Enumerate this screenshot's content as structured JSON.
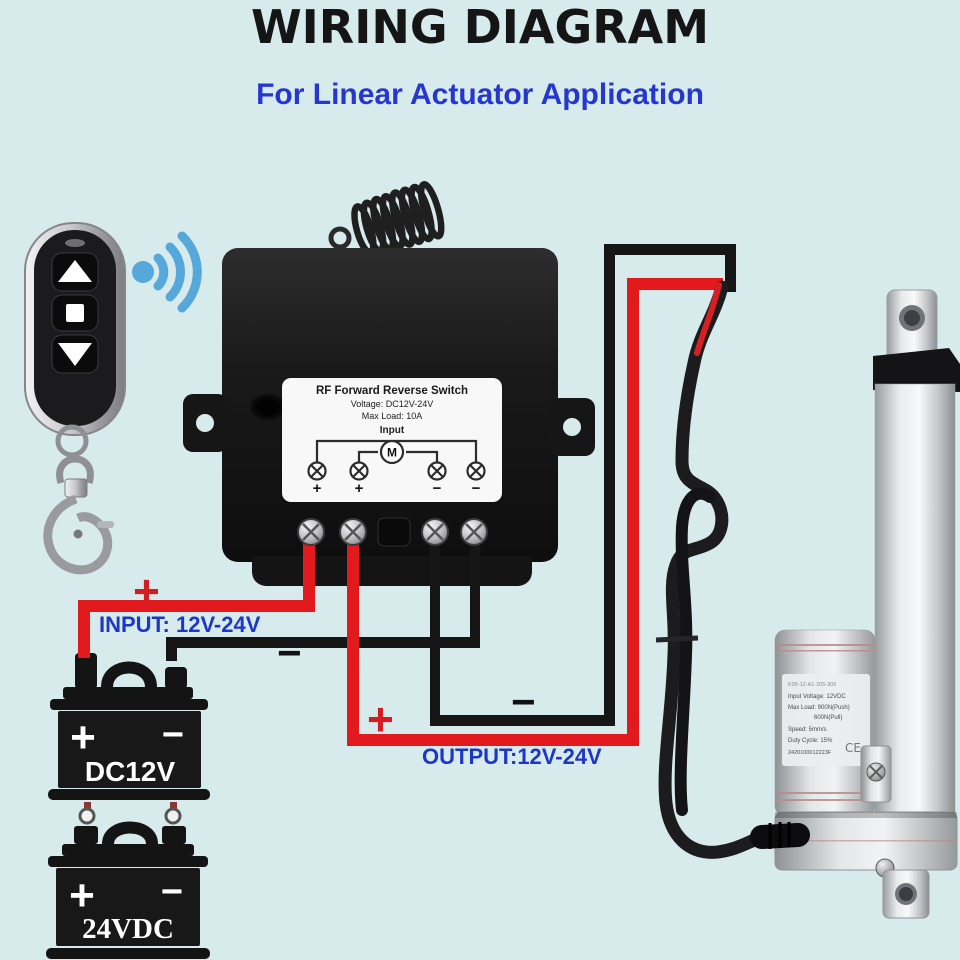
{
  "colors": {
    "background": "#d7ebed",
    "accent_blue": "#1c36c8",
    "wire_red": "#e2191d",
    "wire_black": "#161616",
    "signal_blue": "#55a8d9"
  },
  "header": {
    "title": "WIRING DIAGRAM",
    "subtitle": "For Linear Actuator Application"
  },
  "receiver": {
    "title": "RF Forward Reverse Switch",
    "voltage": "Voltage: DC12V-24V",
    "max_load": "Max Load: 10A",
    "input": "Input",
    "motor": "M",
    "terminal_signs": [
      "+",
      "+",
      "−",
      "−"
    ]
  },
  "wiring": {
    "input_plus": "+",
    "input_label": "INPUT: 12V-24V",
    "input_minus": "−",
    "output_plus": "+",
    "output_minus": "−",
    "output_label": "OUTPUT:12V-24V"
  },
  "batteries": [
    {
      "plus": "+",
      "minus": "−",
      "label": "DC12V"
    },
    {
      "plus": "+",
      "minus": "−",
      "label": "24VDC"
    }
  ],
  "actuator": {
    "label_lines": [
      "K05-12-A1-205-305",
      "Input Voltage: 12VDC",
      "Max Load: 900N(Push)",
      "600N(Pull)",
      "Speed: 5mm/s",
      "Duty Cycle: 15%",
      "2420100012223F"
    ],
    "ce_mark": "CE"
  }
}
